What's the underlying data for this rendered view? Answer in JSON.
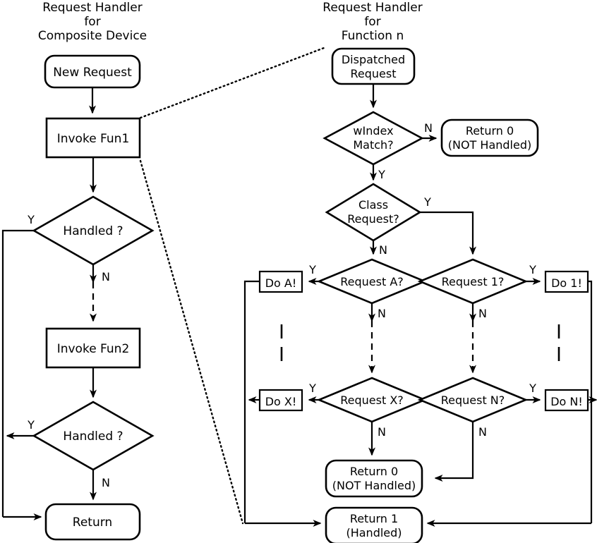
{
  "diagram": {
    "title_left_lines": [
      "Request Handler",
      "for",
      "Composite Device"
    ],
    "title_right_lines": [
      "Request Handler",
      "for",
      "Function n"
    ],
    "left_flow": {
      "start": "New Request",
      "invoke1": "Invoke Fun1",
      "decision1": "Handled ?",
      "invoke2": "Invoke Fun2",
      "decision2": "Handled ?",
      "end": "Return"
    },
    "right_flow": {
      "start": "Dispatched Request",
      "start_line1": "Dispatched",
      "start_line2": "Request",
      "windex_line1": "wIndex",
      "windex_line2": "Match?",
      "return0_top_line1": "Return 0",
      "return0_top_line2": "(NOT Handled)",
      "class_line1": "Class",
      "class_line2": "Request?",
      "request_a": "Request A?",
      "request_1": "Request 1?",
      "request_x": "Request X?",
      "request_n": "Request N?",
      "do_a": "Do A!",
      "do_1": "Do 1!",
      "do_x": "Do X!",
      "do_n": "Do N!",
      "return0_line1": "Return 0",
      "return0_line2": "(NOT Handled)",
      "return1_line1": "Return 1",
      "return1_line2": "(Handled)"
    },
    "edge_labels": {
      "yes": "Y",
      "no": "N"
    },
    "colors": {
      "stroke": "#000000",
      "fill": "#ffffff",
      "text": "#000000"
    }
  }
}
